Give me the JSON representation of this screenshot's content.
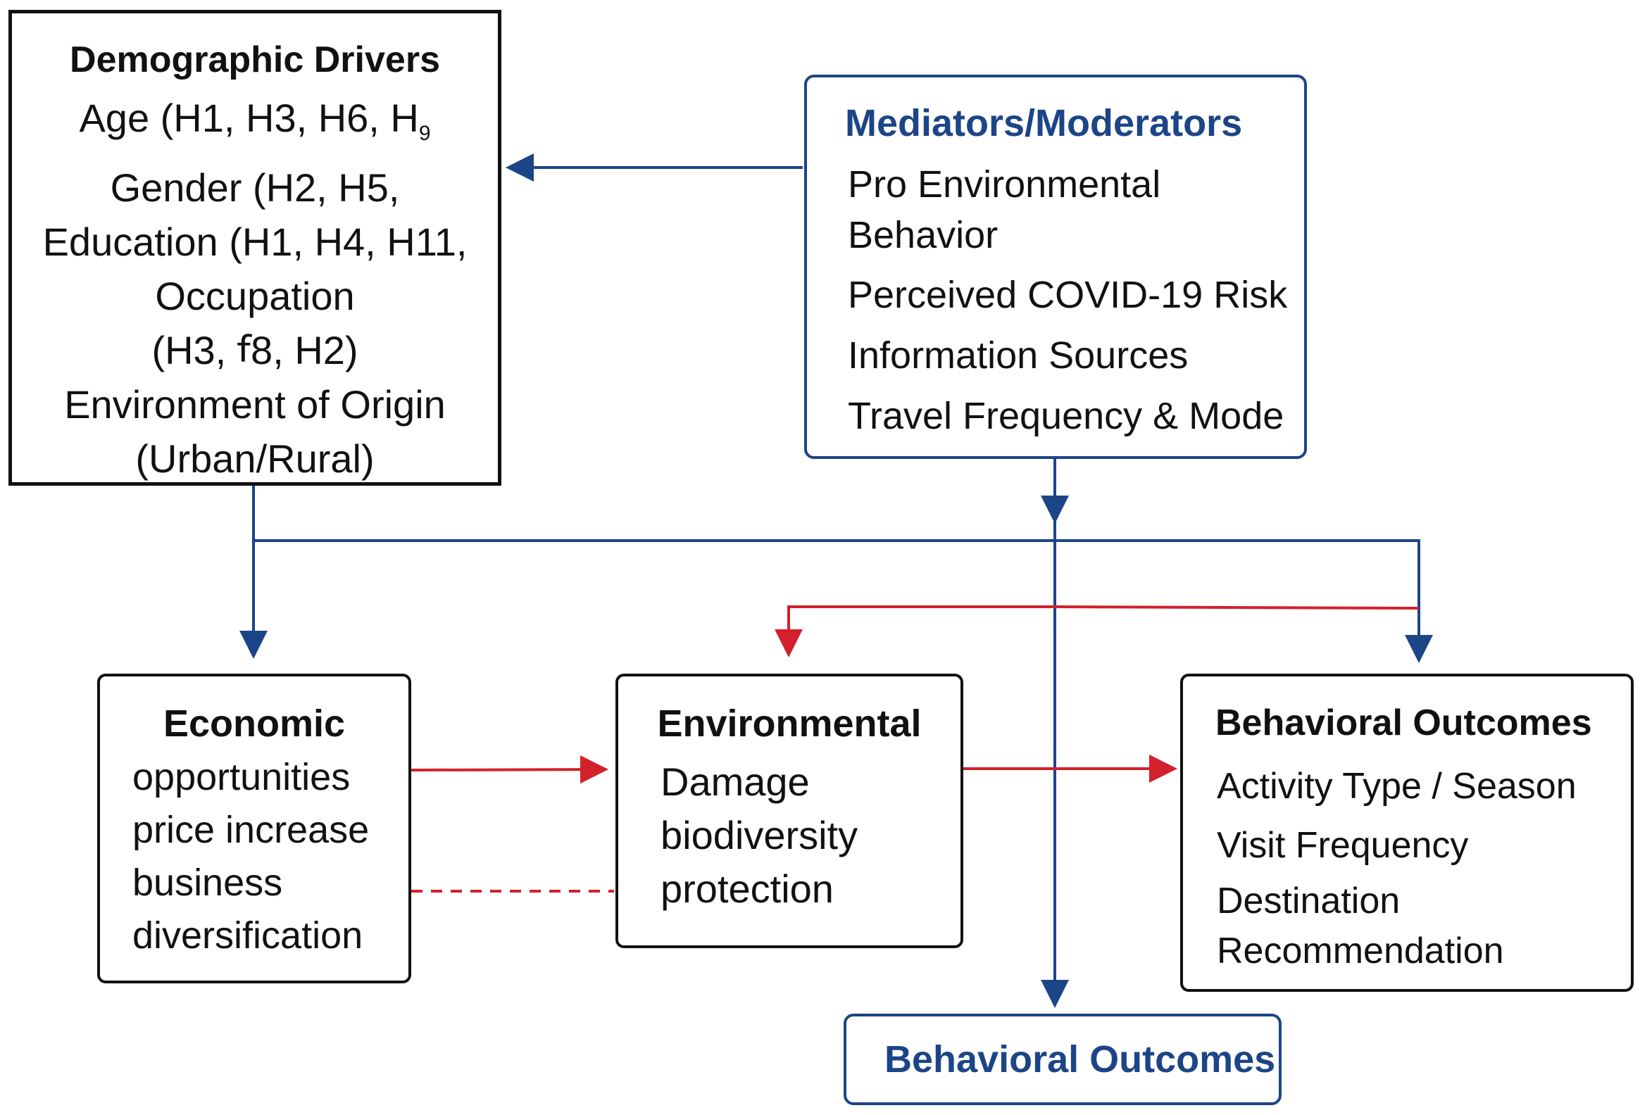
{
  "demographic": {
    "title": "Demographic Drivers",
    "lines": [
      "Age (H1, H3, H6, H",
      "Gender (H2, H5,",
      "Education (H1, H4, H11,",
      "Occupation",
      "(H3, ꬵ8, H2)",
      "Environment of Origin",
      "(Urban/Rural)"
    ],
    "age_subscript": "9"
  },
  "mediators": {
    "title": "Mediators/Moderators",
    "lines": [
      "Pro Environmental",
      "Behavior",
      "Perceived COVID-19 Risk",
      "Information Sources",
      "Travel Frequency & Mode"
    ]
  },
  "economic": {
    "title": "Economic",
    "lines": [
      "opportunities",
      "price increase",
      "business",
      "diversification"
    ]
  },
  "environmental": {
    "title": "Environmental",
    "lines": [
      "Damage",
      "biodiversity",
      "protection"
    ]
  },
  "behavioral": {
    "title": "Behavioral Outcomes",
    "lines": [
      "Activity Type / Season",
      "Visit Frequency",
      "Destination",
      "Recommendation"
    ]
  },
  "bottom_box": {
    "title": "Behavioral Outcomes"
  },
  "colors": {
    "blue": "#1c4587",
    "red": "#d3212c",
    "black": "#111111"
  }
}
